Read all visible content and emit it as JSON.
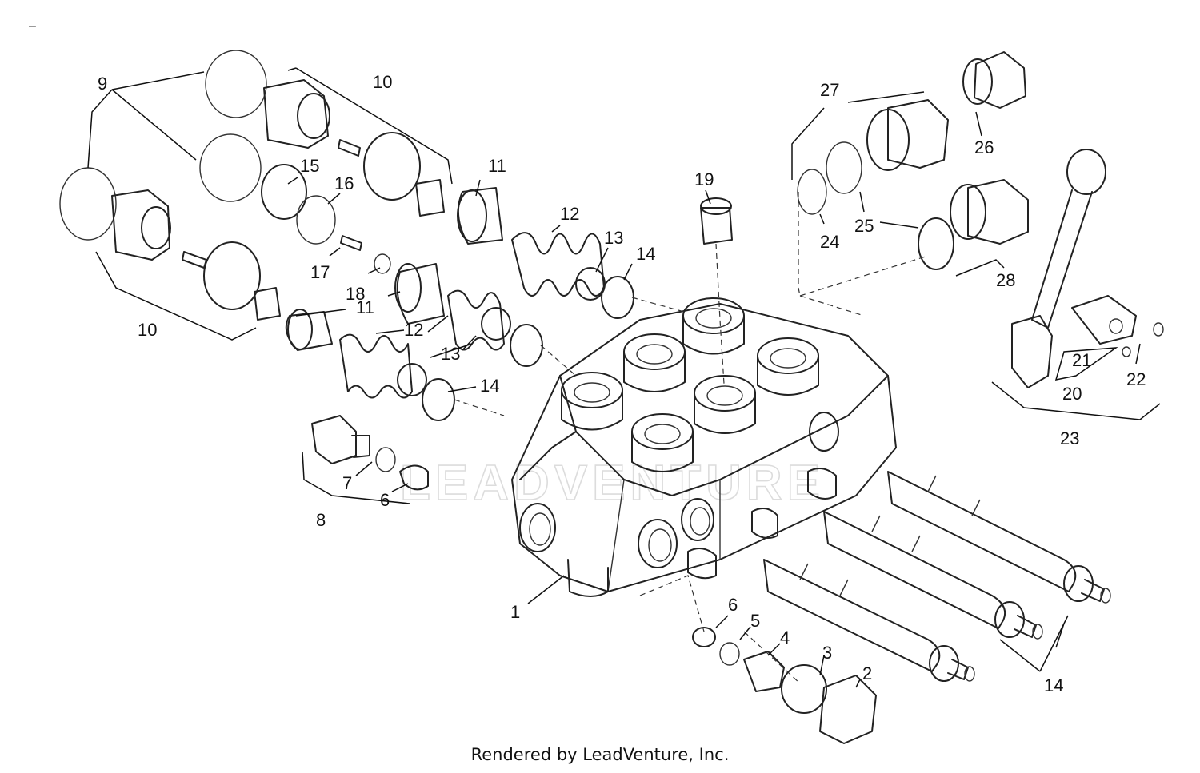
{
  "corner_mark": "–",
  "watermark": "LEADVENTURE",
  "footer": "Rendered by LeadVenture, Inc.",
  "labels": [
    {
      "id": "l9",
      "text": "9"
    },
    {
      "id": "l10a",
      "text": "10"
    },
    {
      "id": "l10b",
      "text": "10"
    },
    {
      "id": "l11a",
      "text": "11"
    },
    {
      "id": "l11b",
      "text": "11"
    },
    {
      "id": "l12a",
      "text": "12"
    },
    {
      "id": "l12b",
      "text": "12"
    },
    {
      "id": "l13a",
      "text": "13"
    },
    {
      "id": "l13b",
      "text": "13"
    },
    {
      "id": "l14a",
      "text": "14"
    },
    {
      "id": "l14b",
      "text": "14"
    },
    {
      "id": "l14c",
      "text": "14"
    },
    {
      "id": "l15",
      "text": "15"
    },
    {
      "id": "l16",
      "text": "16"
    },
    {
      "id": "l17",
      "text": "17"
    },
    {
      "id": "l18",
      "text": "18"
    },
    {
      "id": "l19",
      "text": "19"
    },
    {
      "id": "l20",
      "text": "20"
    },
    {
      "id": "l21",
      "text": "21"
    },
    {
      "id": "l22",
      "text": "22"
    },
    {
      "id": "l23",
      "text": "23"
    },
    {
      "id": "l24",
      "text": "24"
    },
    {
      "id": "l25",
      "text": "25"
    },
    {
      "id": "l26",
      "text": "26"
    },
    {
      "id": "l27",
      "text": "27"
    },
    {
      "id": "l28",
      "text": "28"
    },
    {
      "id": "l1",
      "text": "1"
    },
    {
      "id": "l2",
      "text": "2"
    },
    {
      "id": "l3",
      "text": "3"
    },
    {
      "id": "l4",
      "text": "4"
    },
    {
      "id": "l5",
      "text": "5"
    },
    {
      "id": "l6a",
      "text": "6"
    },
    {
      "id": "l6b",
      "text": "6"
    },
    {
      "id": "l7",
      "text": "7"
    },
    {
      "id": "l8",
      "text": "8"
    }
  ]
}
